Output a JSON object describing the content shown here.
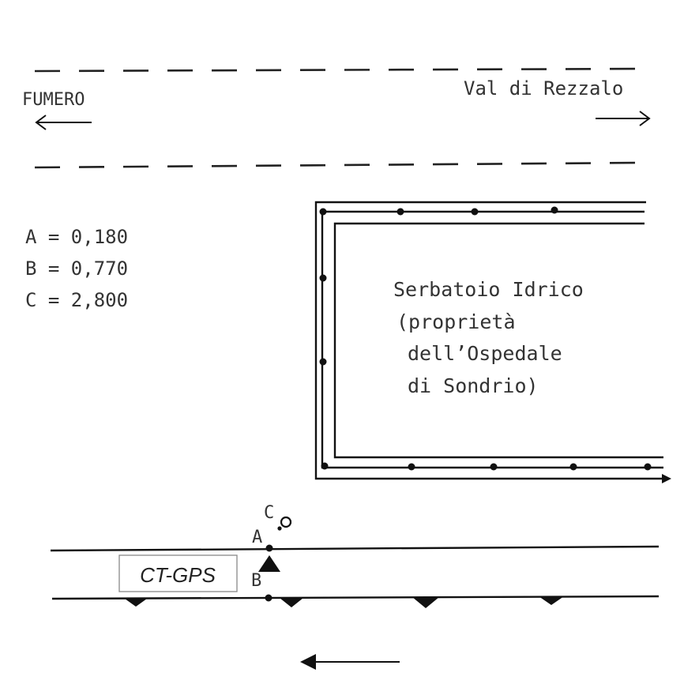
{
  "road": {
    "left_destination": "FUMERO",
    "right_destination": "Val di Rezzalo"
  },
  "legend": {
    "a": "A = 0,180",
    "b": "B = 0,770",
    "c": "C = 2,800"
  },
  "reservoir": {
    "line1": "Serbatoio Idrico",
    "line2": "(proprietà",
    "line3": "dell’Ospedale",
    "line4": "di Sondrio)"
  },
  "points": {
    "a": "A",
    "b": "B",
    "c": "C"
  },
  "station": {
    "label": "CT-GPS"
  }
}
